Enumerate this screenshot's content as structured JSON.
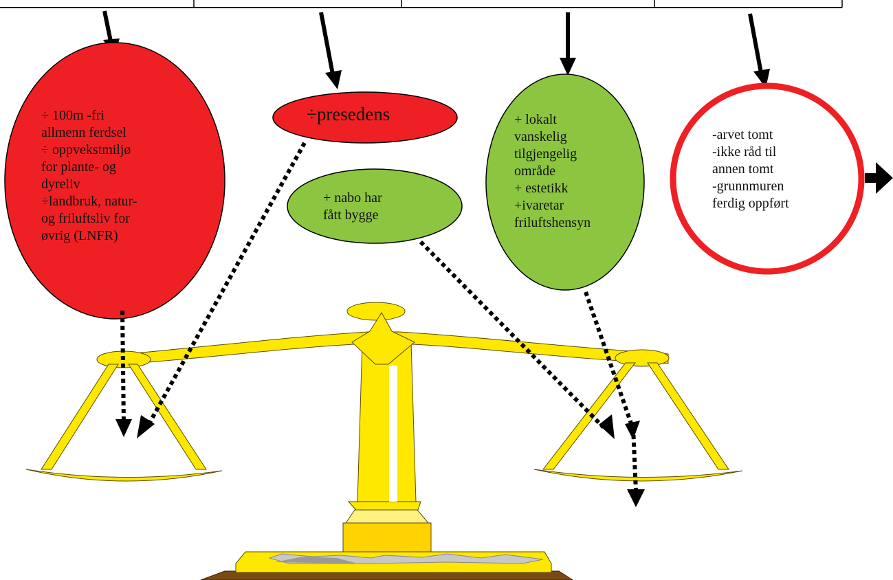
{
  "bubbles": {
    "left_red": {
      "text": "÷ 100m -fri\nallmenn ferdsel\n÷ oppvekstmiljø\nfor plante- og\ndyreliv\n÷landbruk, natur-\nog friluftsliv for\nøvrig (LNFR)"
    },
    "presedens": {
      "text": "÷presedens"
    },
    "nabo": {
      "text": "+ nabo har\nfått bygge"
    },
    "green_right": {
      "text": "+  lokalt\nvanskelig\ntilgjengelig\nområde\n+ estetikk\n+ivaretar\nfriluftshensyn"
    },
    "white_circle": {
      "text": "-arvet tomt\n-ikke råd til\nannen tomt\n-grunnmuren\nferdig oppført"
    }
  },
  "colors": {
    "red": "#ee2024",
    "green": "#8cc640",
    "gold": "#ffe800",
    "gold_dark": "#f5d000",
    "base_wood": "#7a4a14",
    "arrow": "#000000"
  },
  "icons": [
    "scale-balance-icon"
  ]
}
